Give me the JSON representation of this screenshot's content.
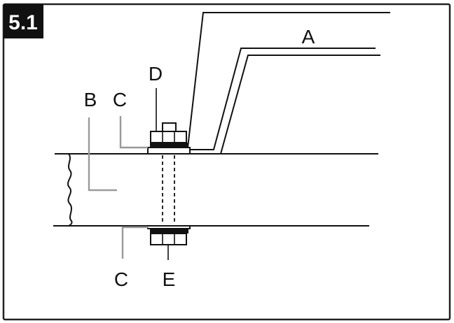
{
  "figure": {
    "number": "5.1",
    "labels": {
      "a": "A",
      "b": "B",
      "c_upper": "C",
      "c_lower": "C",
      "d": "D",
      "e": "E"
    }
  }
}
